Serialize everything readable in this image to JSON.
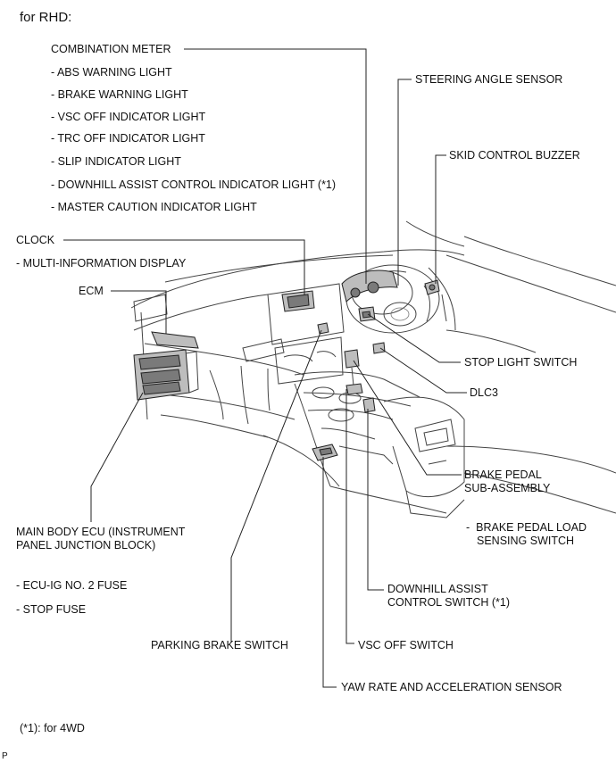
{
  "header": "for RHD:",
  "labels": {
    "combination_meter": "COMBINATION METER",
    "abs_warning": "ABS WARNING LIGHT",
    "brake_warning": "BRAKE WARNING LIGHT",
    "vsc_off_indicator": "VSC OFF INDICATOR LIGHT",
    "trc_off_indicator": "TRC OFF INDICATOR LIGHT",
    "slip_indicator": "SLIP INDICATOR LIGHT",
    "downhill_indicator": "DOWNHILL ASSIST CONTROL INDICATOR LIGHT (*1)",
    "master_caution": "MASTER CAUTION INDICATOR LIGHT",
    "steering_angle_sensor": "STEERING ANGLE SENSOR",
    "skid_control_buzzer": "SKID CONTROL BUZZER",
    "clock": "CLOCK",
    "multi_info_display": "MULTI-INFORMATION DISPLAY",
    "ecm": "ECM",
    "stop_light_switch": "STOP LIGHT SWITCH",
    "dlc3": "DLC3",
    "brake_pedal_line1": "BRAKE PEDAL",
    "brake_pedal_line2": "SUB-ASSEMBLY",
    "brake_load_line1": "BRAKE PEDAL LOAD",
    "brake_load_line2": "SENSING SWITCH",
    "main_body_ecu_line1": "MAIN BODY ECU (INSTRUMENT",
    "main_body_ecu_line2": "PANEL JUNCTION BLOCK)",
    "ecu_ig_fuse": "ECU-IG NO. 2 FUSE",
    "stop_fuse": "STOP FUSE",
    "downhill_switch_line1": "DOWNHILL ASSIST",
    "downhill_switch_line2": "CONTROL SWITCH (*1)",
    "parking_brake_switch": "PARKING BRAKE SWITCH",
    "vsc_off_switch": "VSC OFF SWITCH",
    "yaw_rate_sensor": "YAW RATE AND ACCELERATION SENSOR"
  },
  "sub_marker": "-",
  "footnote": "(*1): for 4WD",
  "figure_code": "P"
}
